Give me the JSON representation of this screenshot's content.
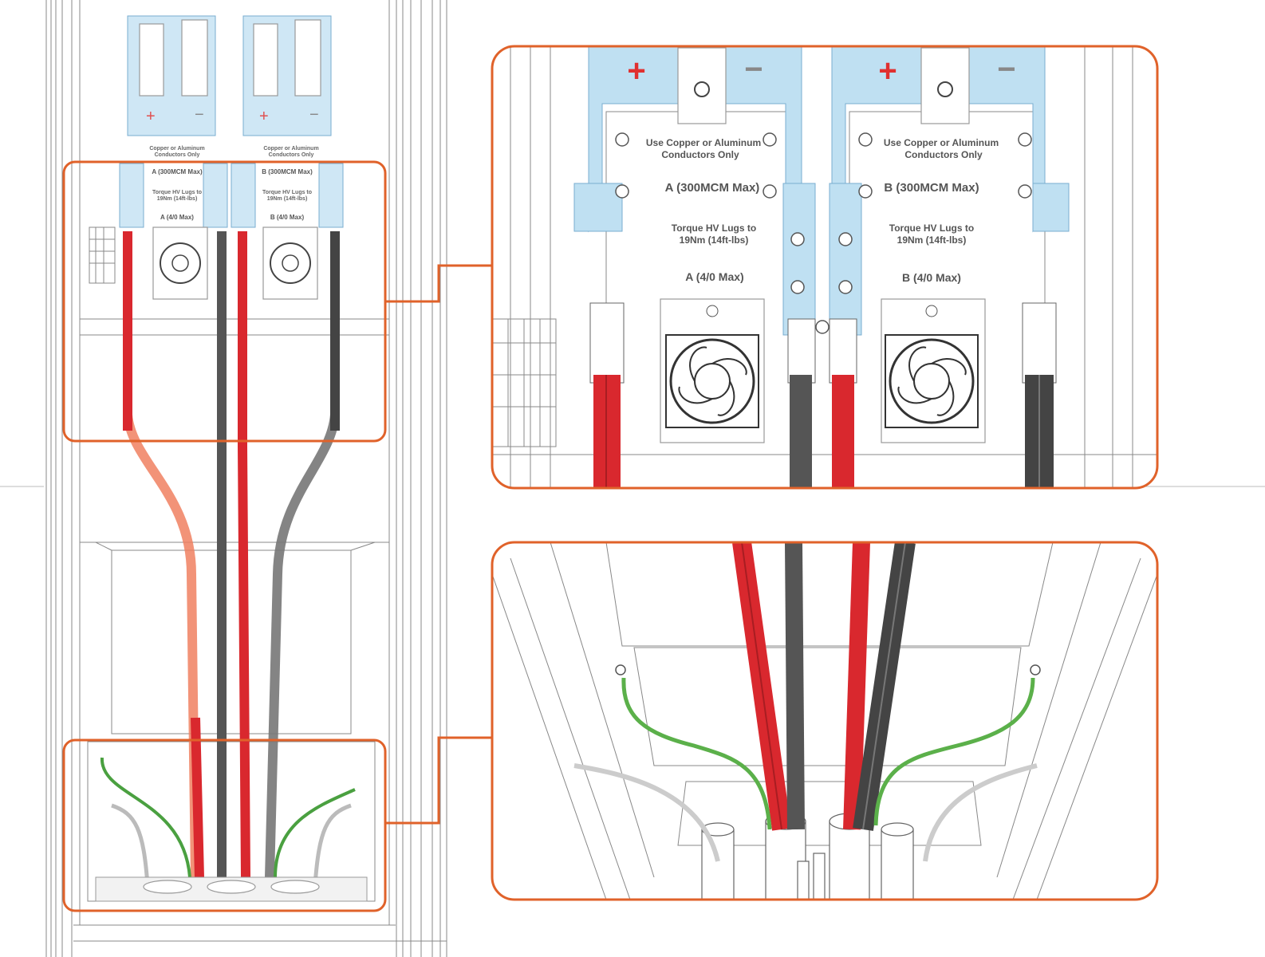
{
  "colors": {
    "callout": "#e0622a",
    "positive_cable": "#d9282e",
    "negative_cable": "#4a4a4a",
    "ground_wire": "#5bb04a",
    "busbar": "#bfe0f2",
    "plus_sign": "#e03030",
    "minus_sign": "#888888"
  },
  "cabinet": {
    "busbar_a": {
      "plus": "+",
      "minus": "−"
    },
    "busbar_b": {
      "plus": "+",
      "minus": "−"
    },
    "conductor_note_a": "Copper or Aluminum",
    "conductor_note_a2": "Conductors Only",
    "conductor_note_b": "Copper or Aluminum",
    "conductor_note_b2": "Conductors Only",
    "mcm_a": "A (300MCM Max)",
    "mcm_b": "B (300MCM Max)",
    "torque_a1": "Torque HV Lugs to",
    "torque_a2": "19Nm (14ft-lbs)",
    "torque_b1": "Torque HV Lugs to",
    "torque_b2": "19Nm (14ft-lbs)",
    "awg_a": "A (4/0 Max)",
    "awg_b": "B (4/0 Max)"
  },
  "detail_top": {
    "plus_a": "+",
    "minus_a": "−",
    "plus_b": "+",
    "minus_b": "−",
    "conductor_a1": "Use Copper or Aluminum",
    "conductor_a2": "Conductors Only",
    "conductor_b1": "Use Copper or Aluminum",
    "conductor_b2": "Conductors Only",
    "mcm_a": "A (300MCM Max)",
    "mcm_b": "B (300MCM Max)",
    "torque_a1": "Torque HV Lugs to",
    "torque_a2": "19Nm (14ft-lbs)",
    "torque_b1": "Torque HV Lugs to",
    "torque_b2": "19Nm (14ft-lbs)",
    "awg_a": "A (4/0 Max)",
    "awg_b": "B (4/0 Max)"
  }
}
